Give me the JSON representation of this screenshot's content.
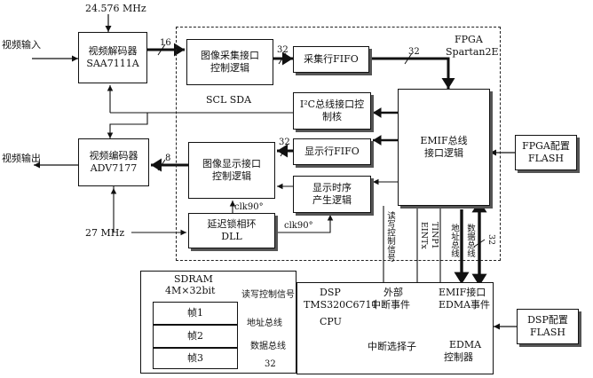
{
  "clocks": {
    "top": "24.576 MHz",
    "bottom": "27 MHz"
  },
  "io": {
    "video_in": "视频输入",
    "video_out": "视频输出"
  },
  "decoder": {
    "line1": "视频解码器",
    "line2": "SAA7111A"
  },
  "encoder": {
    "line1": "视频编码器",
    "line2": "ADV7177"
  },
  "capture_ctrl": {
    "line1": "图像采集接口",
    "line2": "控制逻辑"
  },
  "display_ctrl": {
    "line1": "图像显示接口",
    "line2": "控制逻辑"
  },
  "capture_fifo": "采集行FIFO",
  "i2c_core": {
    "line1": "I²C总线接口控",
    "line2": "制核"
  },
  "display_fifo": "显示行FIFO",
  "timing": {
    "line1": "显示时序",
    "line2": "产生逻辑"
  },
  "dll": {
    "line1": "延迟锁相环",
    "line2": "DLL"
  },
  "emif_logic": {
    "line1": "EMIF总线",
    "line2": "接口逻辑"
  },
  "fpga": {
    "line1": "FPGA",
    "line2": "Spartan2E"
  },
  "fpga_flash": {
    "line1": "FPGA配置",
    "line2": "FLASH"
  },
  "dsp_flash": {
    "line1": "DSP配置",
    "line2": "FLASH"
  },
  "sdram": {
    "title1": "SDRAM",
    "title2": "4M×32bit",
    "frames": [
      "帧1",
      "帧2",
      "帧3"
    ]
  },
  "dsp": {
    "line1": "DSP",
    "line2": "TMS320C6711",
    "cpu": "CPU",
    "ext_irq": "外部",
    "ext_irq2": "中断事件",
    "irq_selector": "中断选择子",
    "emif_port": "EMIF接口",
    "edma_event": "EDMA事件",
    "edma_ctrl1": "EDMA",
    "edma_ctrl2": "控制器"
  },
  "signals": {
    "scl_sda": "SCL  SDA",
    "clk90_a": "clk90°",
    "clk90_b": "clk90°",
    "rw_ctrl_v": "读写控制信号",
    "eintx": "EINTx",
    "tinp1": "TINP1",
    "addr_bus_v": "地址总线",
    "data_bus_v": "数据总线",
    "rw_ctrl_h": "读写控制信号",
    "addr_bus_h": "地址总线",
    "data_bus_h": "数据总线"
  },
  "bus_widths": {
    "dec_out": "16",
    "enc_in": "8",
    "cap_to_fifo": "32",
    "fifo_to_emif": "32",
    "fifo_to_disp": "32",
    "emif_data": "32",
    "sdram_data": "32"
  }
}
